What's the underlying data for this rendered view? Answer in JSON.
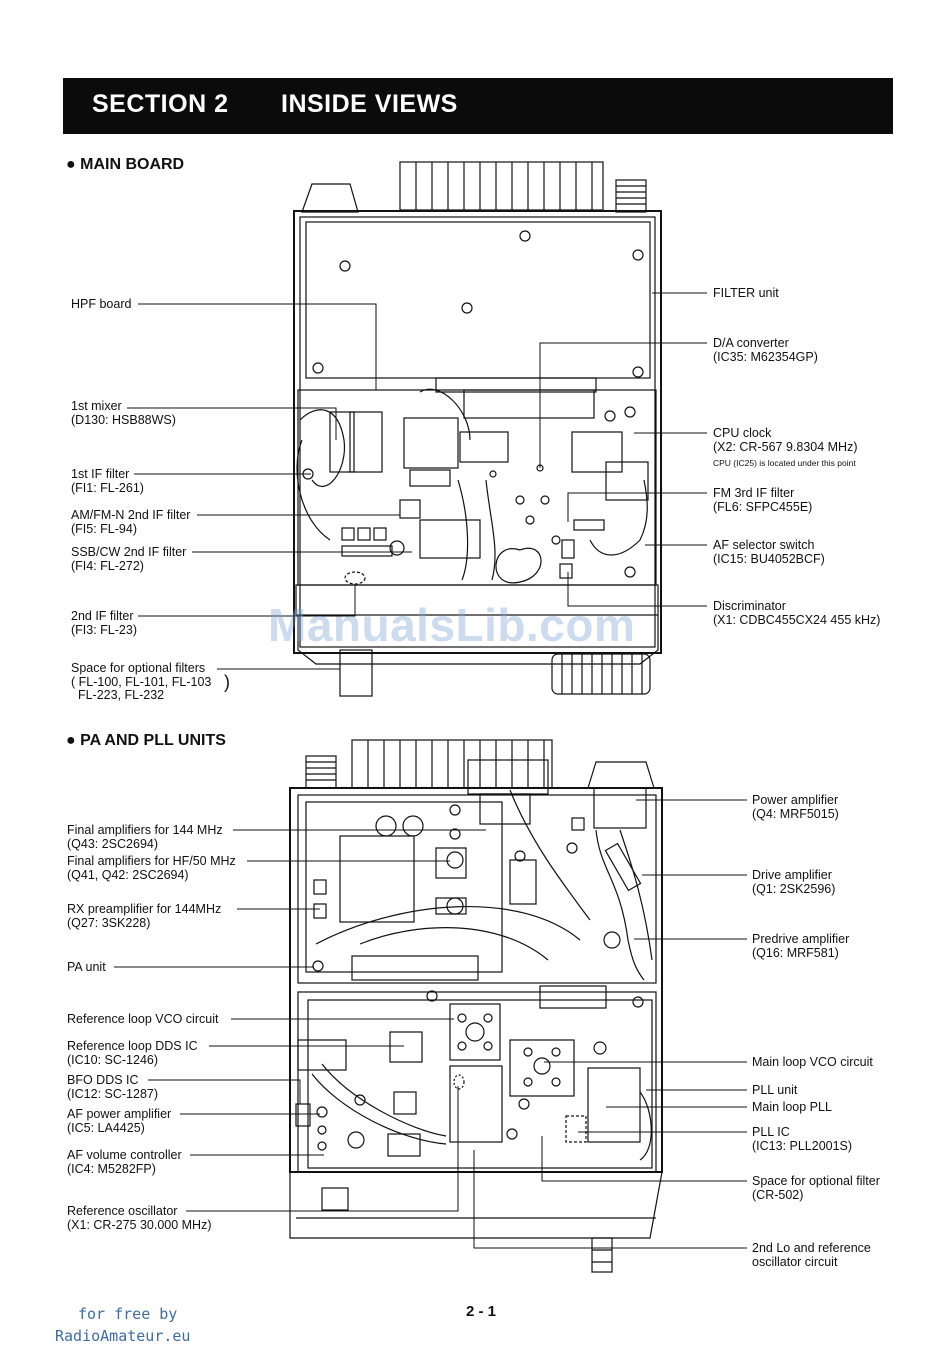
{
  "header": {
    "section": "SECTION  2",
    "title": "INSIDE VIEWS"
  },
  "main_board": {
    "title": "MAIN BOARD",
    "labels": {
      "hpf": "HPF board",
      "mixer": "1st mixer\n(D130: HSB88WS)",
      "if1": "1st IF filter\n(FI1: FL-261)",
      "amfm": "AM/FM-N 2nd IF filter\n(FI5: FL-94)",
      "ssbcw": "SSB/CW 2nd IF filter\n(FI4: FL-272)",
      "if2": "2nd IF filter\n(FI3: FL-23)",
      "optional": "Space for optional filters\n( FL-100, FL-101, FL-103\n  FL-223, FL-232",
      "filter_unit": "FILTER unit",
      "da": "D/A converter\n(IC35: M62354GP)",
      "cpu_clock": "CPU clock\n(X2: CR-567 9.8304 MHz)",
      "cpu_note": "CPU (IC25) is located under this point",
      "fm3": "FM 3rd IF filter\n(FL6: SFPC455E)",
      "afsel": "AF selector switch\n(IC15: BU4052BCF)",
      "disc": "Discriminator\n(X1: CDBC455CX24 455 kHz)"
    }
  },
  "pa_pll": {
    "title": "PA AND PLL UNITS",
    "labels": {
      "final144": "Final amplifiers for 144 MHz\n(Q43: 2SC2694)",
      "finalhf": "Final amplifiers for HF/50 MHz\n(Q41, Q42: 2SC2694)",
      "rxpre": "RX preamplifier for 144MHz\n(Q27: 3SK228)",
      "pa_unit": "PA unit",
      "refvco": "Reference loop VCO circuit",
      "refdds": "Reference loop DDS IC\n(IC10: SC-1246)",
      "bfo": "BFO DDS IC\n(IC12: SC-1287)",
      "afpow": "AF power amplifier\n(IC5: LA4425)",
      "afvol": "AF volume controller\n(IC4: M5282FP)",
      "refosc": "Reference oscillator\n(X1: CR-275 30.000 MHz)",
      "power": "Power amplifier\n(Q4: MRF5015)",
      "drive": "Drive amplifier\n(Q1: 2SK2596)",
      "predrive": "Predrive amplifier\n(Q16: MRF581)",
      "mainvco": "Main loop VCO circuit",
      "pll_unit": "PLL unit",
      "main_pll": "Main loop PLL",
      "pll_ic": "PLL IC\n(IC13: PLL2001S)",
      "opt_filter": "Space for optional filter\n(CR-502)",
      "lo2": "2nd Lo and reference\noscillator circuit"
    }
  },
  "watermark": "ManualsLib.com",
  "footer": {
    "free": "for free by",
    "site": "RadioAmateur.eu",
    "page": "2 - 1"
  }
}
